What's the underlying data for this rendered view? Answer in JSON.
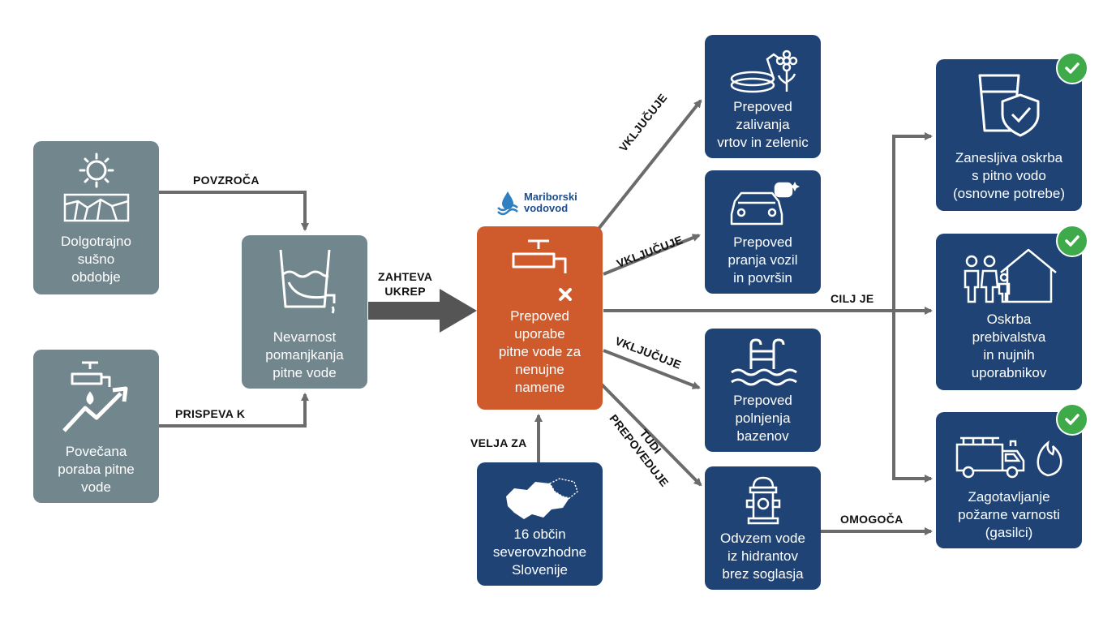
{
  "logo": {
    "text": "Mariborski\nvodovod"
  },
  "nodes": {
    "drought": "Dolgotrajno\nsušno\nobdobje",
    "consumption": "Povečana\nporaba pitne\nvode",
    "danger": "Nevarnost\npomanjkanja\npitne vode",
    "ban": "Prepoved\nuporabe\npitne vode za\nnenujne\nnamene",
    "region": "16 občin\nseverovzhodne\nSlovenije",
    "watering": "Prepoved\nzalivanja\nvrtov in zelenic",
    "washing": "Prepoved\npranja vozil\nin površin",
    "pools": "Prepoved\npolnjenja\nbazenov",
    "hydrants": "Odvzem vode\niz hidrantov\nbrez soglasja",
    "supply": "Zanesljiva oskrba\ns pitno vodo\n(osnovne potrebe)",
    "population": "Oskrba\nprebivalstva\nin nujnih\nuporabnikov",
    "fire": "Zagotavljanje\npožarne varnosti\n(gasilci)"
  },
  "edges": {
    "causes": "POVZROČA",
    "contributes": "PRISPEVA K",
    "requires": "ZAHTEVA\nUKREP",
    "applies": "VELJA ZA",
    "includes1": "VKLJUČUJE",
    "includes2": "VKLJUČUJE",
    "includes3": "VKLJUČUJE",
    "also_forbids": "TUDI\nPREPOVEDUJE",
    "goal": "CILJ JE",
    "enables": "OMOGOČA"
  },
  "colors": {
    "grey": "#71868d",
    "navy": "#1e4374",
    "orange": "#cf5a2b",
    "check": "#3faa4a",
    "arrow": "#6b6b6b"
  }
}
